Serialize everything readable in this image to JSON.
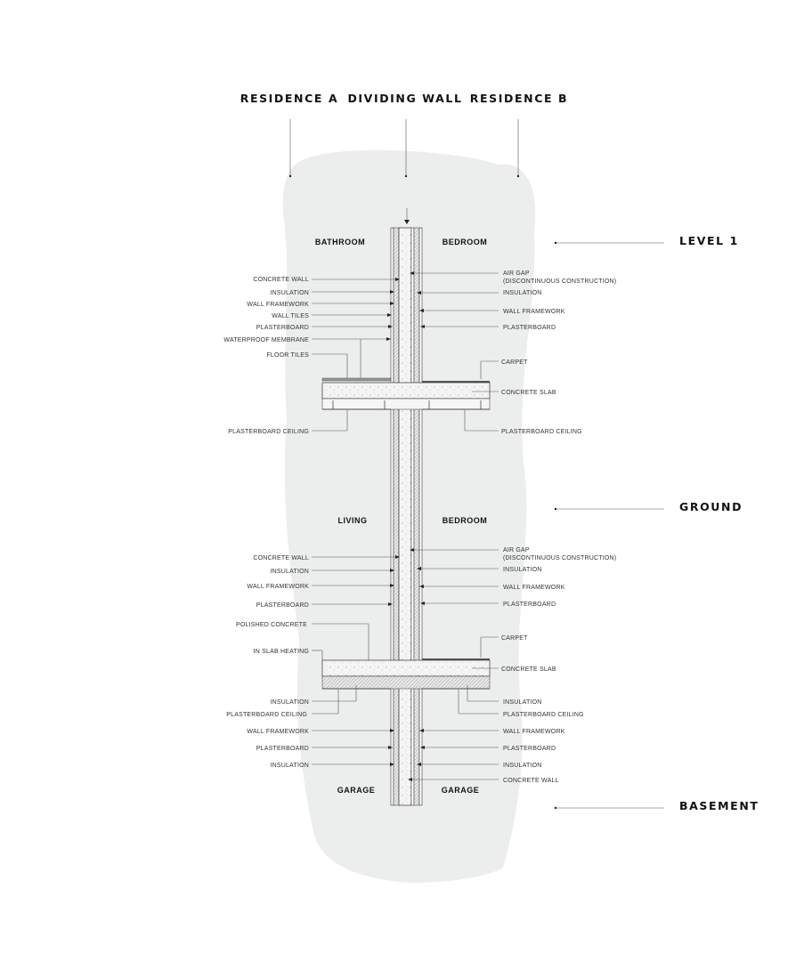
{
  "headers": {
    "residence_a": "RESIDENCE A",
    "dividing_wall": "DIVIDING WALL",
    "residence_b": "RESIDENCE B"
  },
  "levels": {
    "level1": "LEVEL 1",
    "ground": "GROUND",
    "basement": "BASEMENT"
  },
  "rooms": {
    "bathroom": "BATHROOM",
    "bedroom_upper": "BEDROOM",
    "living": "LIVING",
    "bedroom_ground": "BEDROOM",
    "garage_a": "GARAGE",
    "garage_b": "GARAGE"
  },
  "labels": {
    "l1_concrete_wall": "CONCRETE WALL",
    "l1_insulation": "INSULATION",
    "l1_wall_framework": "WALL FRAMEWORK",
    "l1_wall_tiles": "WALL TILES",
    "l1_plasterboard": "PLASTERBOARD",
    "l1_waterproof": "WATERPROOF MEMBRANE",
    "l1_floor_tiles": "FLOOR TILES",
    "l1_plasterboard_ceiling_a": "PLASTERBOARD CEILING",
    "l1_air_gap_1": "AIR GAP",
    "l1_air_gap_2": "(DISCONTINUOUS CONSTRUCTION)",
    "l1_insulation_b": "INSULATION",
    "l1_wall_framework_b": "WALL FRAMEWORK",
    "l1_plasterboard_b": "PLASTERBOARD",
    "l1_carpet": "CARPET",
    "l1_concrete_slab": "CONCRETE SLAB",
    "l1_plasterboard_ceiling_b": "PLASTERBOARD CEILING",
    "g_concrete_wall": "CONCRETE WALL",
    "g_insulation": "INSULATION",
    "g_wall_framework": "WALL FRAMEWORK",
    "g_plasterboard": "PLASTERBOARD",
    "g_polished_concrete": "POLISHED  CONCRETE",
    "g_in_slab_heating": "IN SLAB HEATING",
    "g_air_gap_1": "AIR GAP",
    "g_air_gap_2": "(DISCONTINUOUS CONSTRUCTION)",
    "g_insulation_b": "INSULATION",
    "g_wall_framework_b": "WALL FRAMEWORK",
    "g_plasterboard_b": "PLASTERBOARD",
    "g_carpet": "CARPET",
    "g_concrete_slab": "CONCRETE SLAB",
    "b_insulation_a": "INSULATION",
    "b_plasterboard_ceiling_a": "PLASTERBOARD CEILING",
    "b_wall_framework_a": "WALL FRAMEWORK",
    "b_plasterboard_a": "PLASTERBOARD",
    "b_insulation_a2": "INSULATION",
    "b_insulation_b": "INSULATION",
    "b_plasterboard_ceiling_b": "PLASTERBOARD CEILING",
    "b_wall_framework_b": "WALL FRAMEWORK",
    "b_plasterboard_b": "PLASTERBOARD",
    "b_insulation_b2": "INSULATION",
    "b_concrete_wall": "CONCRETE WALL"
  },
  "colors": {
    "background_wash": "#eceeed",
    "ink": "#111111",
    "heating_pipe": "#b22222"
  }
}
